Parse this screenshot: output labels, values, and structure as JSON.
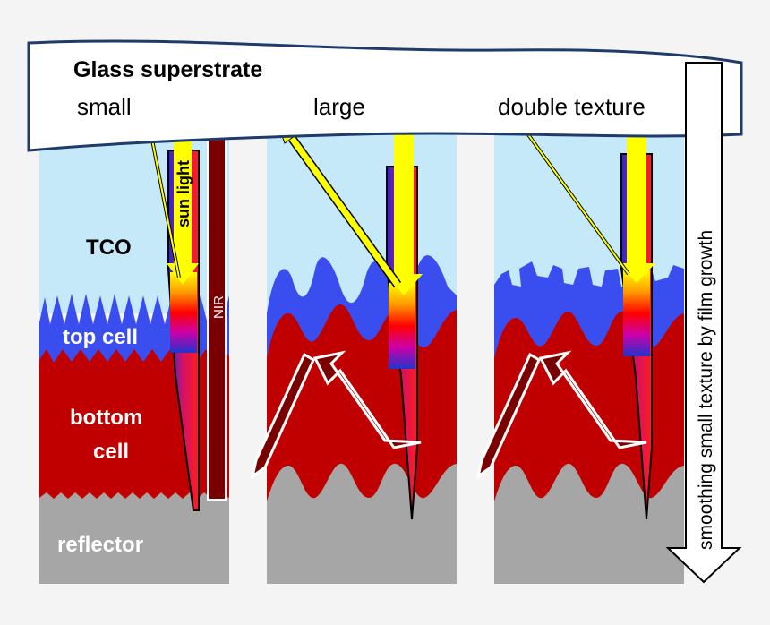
{
  "labels": {
    "glass": "Glass superstrate",
    "small": "small",
    "large": "large",
    "double": "double texture",
    "sun": "sun light",
    "nir": "NIR",
    "tco": "TCO",
    "top_cell": "top cell",
    "bottom_cell_1": "bottom",
    "bottom_cell_2": "cell",
    "reflector": "reflector",
    "arrow": "smoothing small texture by film growth"
  },
  "colors": {
    "tco": "#c6e9fa",
    "top_cell": "#3a4ef0",
    "bottom_cell": "#c00000",
    "reflector": "#a6a6a6",
    "sunlight": "#ffff00",
    "nir": "#7a0000",
    "background": "#f4f4f4"
  },
  "icons": [
    "sun-light-arrow",
    "nir-arrow",
    "reflection-arrow",
    "growth-direction-arrow"
  ]
}
